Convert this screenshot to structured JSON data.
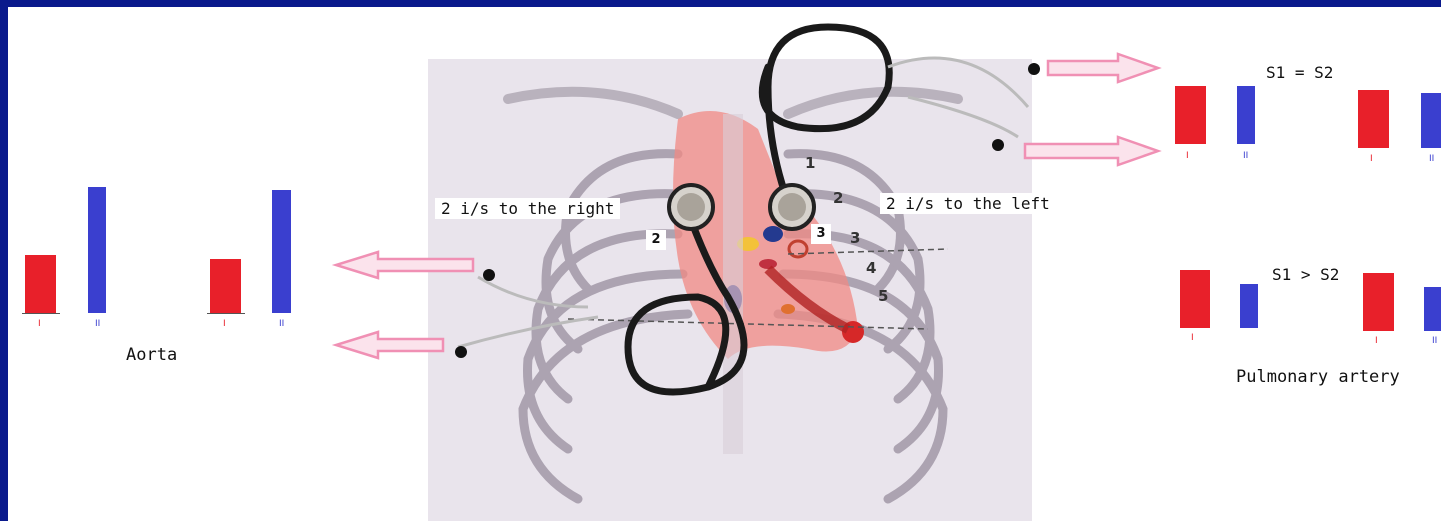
{
  "labels": {
    "right_site": "2 i/s to the right",
    "left_site": "2 i/s to the left",
    "aorta": "Aorta",
    "pulmonary": "Pulmonary artery",
    "s1_eq_s2": "S1 = S2",
    "s1_gt_s2": "S1 > S2",
    "site_tag_right": "2",
    "site_tag_left": "3"
  },
  "rib_numbers": [
    "1",
    "2",
    "3",
    "4",
    "5"
  ],
  "tick_labels": {
    "first": "I",
    "second": "II"
  },
  "colors": {
    "s1": "#e8202a",
    "s2": "#3a3fcf",
    "arrow": "#f4a0c0",
    "frame": "#0a1a8c"
  },
  "sound_bars": {
    "aorta_inspiration": {
      "s1": 0.4,
      "s2": 0.87
    },
    "aorta_expiration": {
      "s1": 0.37,
      "s2": 0.85
    },
    "left_s1_eq_s2_a": {
      "s1": 0.4,
      "s2": 0.4
    },
    "left_s1_eq_s2_b": {
      "s1": 0.4,
      "s2": 0.38
    },
    "left_s1_gt_s2_a": {
      "s1": 0.4,
      "s2": 0.3
    },
    "left_s1_gt_s2_b": {
      "s1": 0.4,
      "s2": 0.3
    }
  }
}
